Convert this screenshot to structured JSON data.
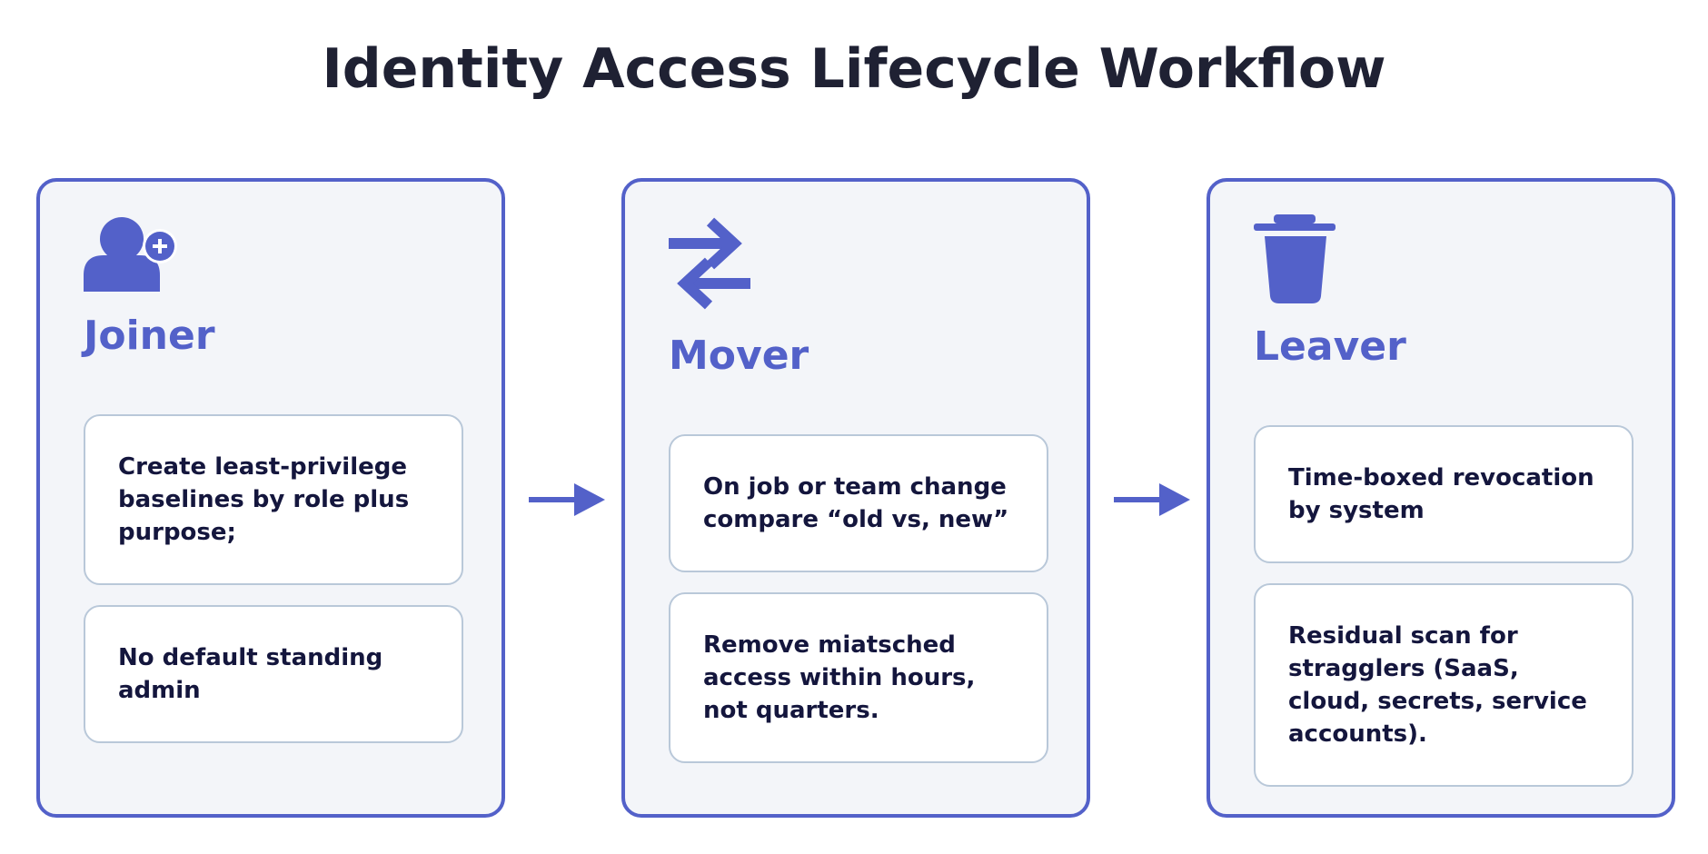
{
  "title": "Identity Access Lifecycle Workflow",
  "colors": {
    "accent": "#5361c9",
    "panel_bg": "#f3f5f9",
    "note_border": "#b9c8d9",
    "title_text": "#1f2133",
    "note_text": "#14163d"
  },
  "stages": [
    {
      "icon": "add-user-icon",
      "name": "Joiner",
      "notes": [
        "Create least-privilege baselines by role plus purpose;",
        "No default standing admin"
      ]
    },
    {
      "icon": "swap-arrows-icon",
      "name": "Mover",
      "notes": [
        "On job or team change compare “old vs, new”",
        "Remove miatsched access within hours, not quarters."
      ]
    },
    {
      "icon": "trash-icon",
      "name": "Leaver",
      "notes": [
        "Time-boxed revocation by system",
        "Residual scan for stragglers (SaaS, cloud, secrets, service accounts)."
      ]
    }
  ]
}
